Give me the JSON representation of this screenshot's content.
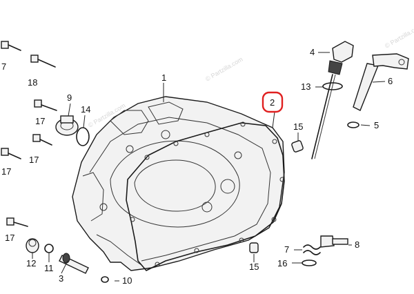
{
  "watermark": "© Partzilla.com",
  "highlight_color": "#e02020",
  "callouts": {
    "c1": "1",
    "c2": "2",
    "c3": "3",
    "c4": "4",
    "c5": "5",
    "c6": "6",
    "c7a": "7",
    "c7b": "7",
    "c8": "8",
    "c9": "9",
    "c10": "10",
    "c11": "11",
    "c12": "12",
    "c13": "13",
    "c14": "14",
    "c15a": "15",
    "c15b": "15",
    "c16": "16",
    "c17a": "17",
    "c17b": "17",
    "c17c": "17",
    "c17d": "17",
    "c18": "18"
  }
}
